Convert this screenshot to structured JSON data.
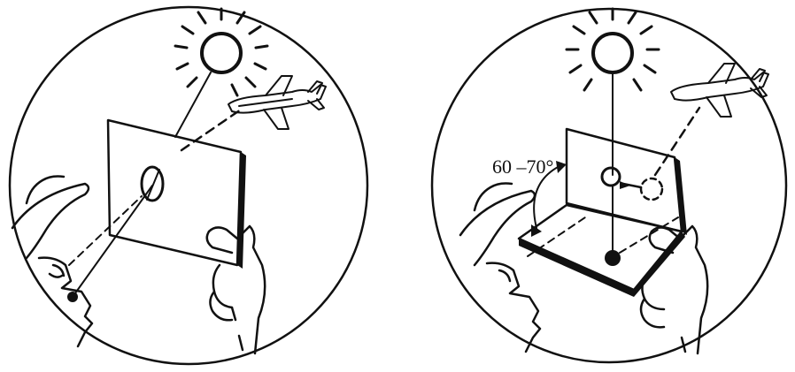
{
  "figure": {
    "angle_label": "60 –70°",
    "colors": {
      "ink": "#111111",
      "background": "#ffffff"
    },
    "panels": [
      {
        "name": "sighting-mirror",
        "icons": [
          "sun-icon",
          "airplane-icon",
          "mirror-panel",
          "hand-icon",
          "person-head-icon"
        ]
      },
      {
        "name": "angled-mirror",
        "icons": [
          "sun-icon",
          "airplane-icon",
          "mirror-panel",
          "hand-icon",
          "person-head-icon",
          "angle-arc"
        ]
      }
    ]
  }
}
